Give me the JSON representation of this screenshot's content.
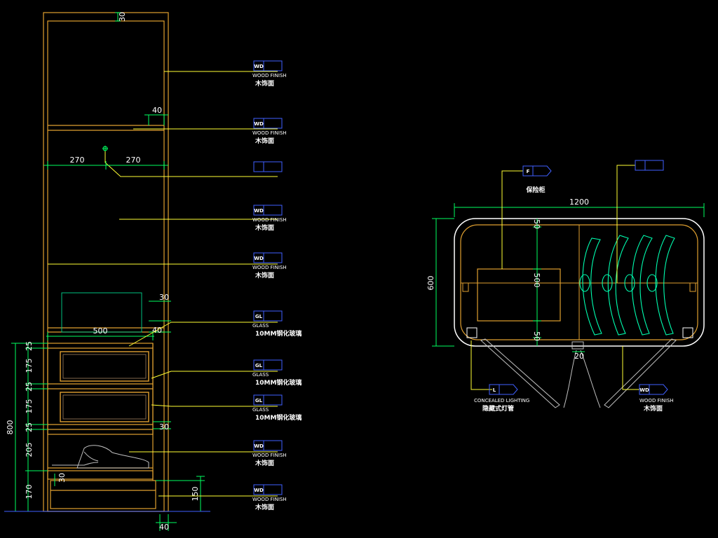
{
  "colors": {
    "background": "#000000",
    "cabinet": "#e0a030",
    "dimension": "#00ff60",
    "leader": "#ffff33",
    "tag_box": "#4060ff",
    "glass": "#00c080",
    "door": "#c0c0c0",
    "hanger": "#00ffb0",
    "text": "#ffffff"
  },
  "elevation": {
    "dims": {
      "top": "30",
      "shelf_upper": "40",
      "width_left": "270",
      "width_right": "270",
      "shelf_glass_30": "30",
      "drawer_width": "500",
      "shelf_glass_40": "40",
      "drawer_side_30": "30",
      "kick_30": "30",
      "plinth_150": "150",
      "bottom_40": "40",
      "total_height": "800",
      "stack": [
        "25",
        "175",
        "25",
        "175",
        "25",
        "205",
        "170"
      ]
    },
    "tags": [
      {
        "code": "WD",
        "en": "WOOD FINISH",
        "cn": "木饰面"
      },
      {
        "code": "WD",
        "en": "WOOD FINISH",
        "cn": "木饰面"
      },
      {
        "code": "",
        "en": "",
        "cn": ""
      },
      {
        "code": "WD",
        "en": "WOOD FINISH",
        "cn": "木饰面"
      },
      {
        "code": "WD",
        "en": "WOOD FINISH",
        "cn": "木饰面"
      },
      {
        "code": "GL",
        "en": "GLASS",
        "cn": "10MM钢化玻璃"
      },
      {
        "code": "GL",
        "en": "GLASS",
        "cn": "10MM钢化玻璃"
      },
      {
        "code": "GL",
        "en": "GLASS",
        "cn": "10MM钢化玻璃"
      },
      {
        "code": "WD",
        "en": "WOOD FINISH",
        "cn": "木饰面"
      },
      {
        "code": "WD",
        "en": "WOOD FINISH",
        "cn": "木饰面"
      }
    ]
  },
  "plan": {
    "dims": {
      "width": "1200",
      "depth": "600",
      "safe": "500",
      "top_gap": "50",
      "bottom_gap": "50",
      "door_gap": "20"
    },
    "tags": {
      "safe": {
        "code": "F",
        "cn": "保险柜"
      },
      "top_right": {
        "code": ""
      },
      "lighting": {
        "code": "L",
        "en": "CONCEALED LIGHTING",
        "cn": "隐藏式灯管"
      },
      "wood": {
        "code": "WD",
        "en": "WOOD FINISH",
        "cn": "木饰面"
      }
    }
  }
}
